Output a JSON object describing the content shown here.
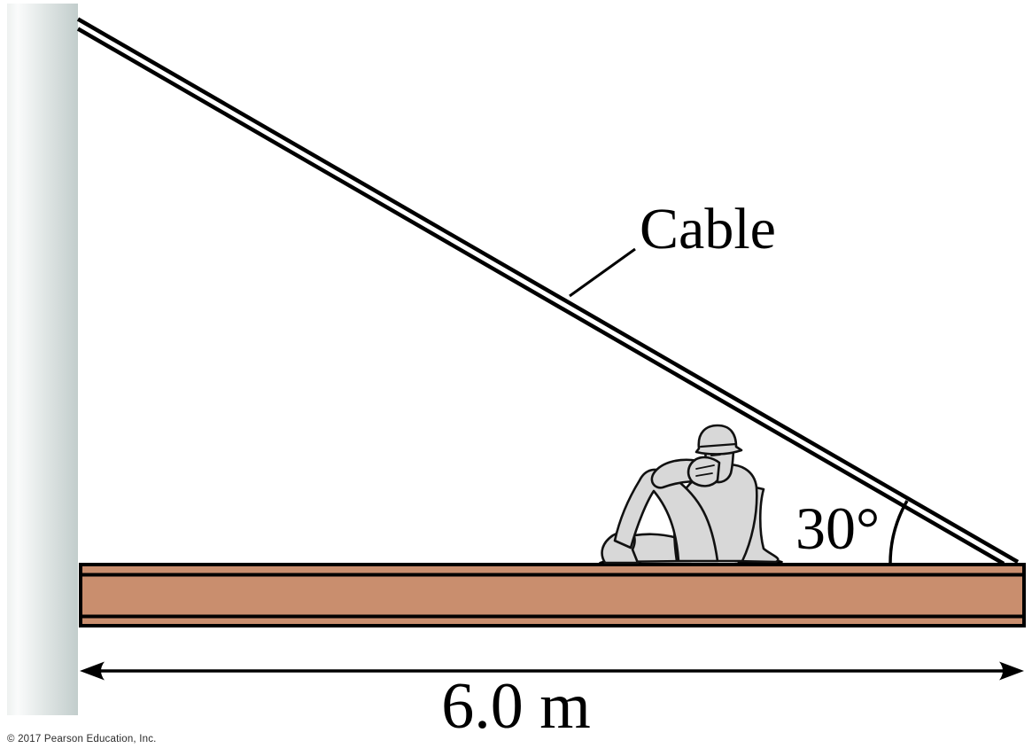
{
  "diagram": {
    "labels": {
      "cable": "Cable",
      "angle": "30°",
      "beam_length": "6.0 m"
    },
    "copyright": "© 2017 Pearson Education, Inc.",
    "colors": {
      "beam_fill": "#c98e6e",
      "outline": "#000000",
      "wall_edge": "#eef1f0",
      "wall_light": "#fafbfb",
      "wall_mid": "#dfe5e4",
      "wall_dark": "#c2cdcc",
      "worker_fill": "#d8d8d8"
    }
  }
}
